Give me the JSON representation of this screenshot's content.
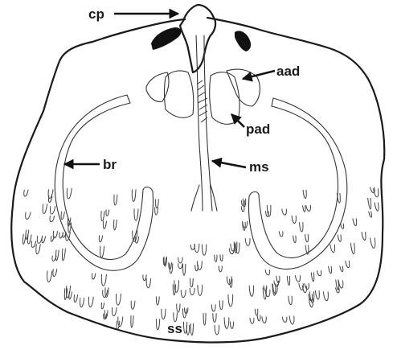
{
  "labels": {
    "cp": "cp",
    "aad": "aad",
    "pad": "pad",
    "br": "br",
    "ms": "ms",
    "ss": "ss"
  },
  "colors": {
    "ink": "#1a1a1a",
    "background": "#ffffff"
  }
}
